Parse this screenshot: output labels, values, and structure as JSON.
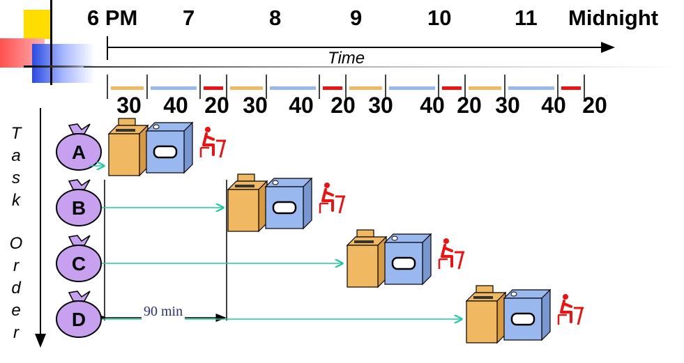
{
  "hours": [
    "6 PM",
    "7",
    "8",
    "9",
    "10",
    "11",
    "Midnight"
  ],
  "time_label": "Time",
  "durations": [
    "30",
    "40",
    "20",
    "30",
    "40",
    "20",
    "30",
    "40",
    "20",
    "30",
    "40",
    "20"
  ],
  "stage_colors": [
    "#f0b860",
    "#9ab8f0",
    "#ee1111"
  ],
  "axis_letters": [
    "T",
    "a",
    "s",
    "k",
    "O",
    "r",
    "d",
    "e",
    "r"
  ],
  "tasks": [
    {
      "letter": "A",
      "start_min": 0
    },
    {
      "letter": "B",
      "start_min": 90
    },
    {
      "letter": "C",
      "start_min": 180
    },
    {
      "letter": "D",
      "start_min": 270
    }
  ],
  "gap_label": "90 min",
  "colors": {
    "bag": "#c8a0f0",
    "washer": "#f0b860",
    "dryer": "#9ab8f0",
    "folder": "#ee1111",
    "arrow": "#20c8a0"
  }
}
